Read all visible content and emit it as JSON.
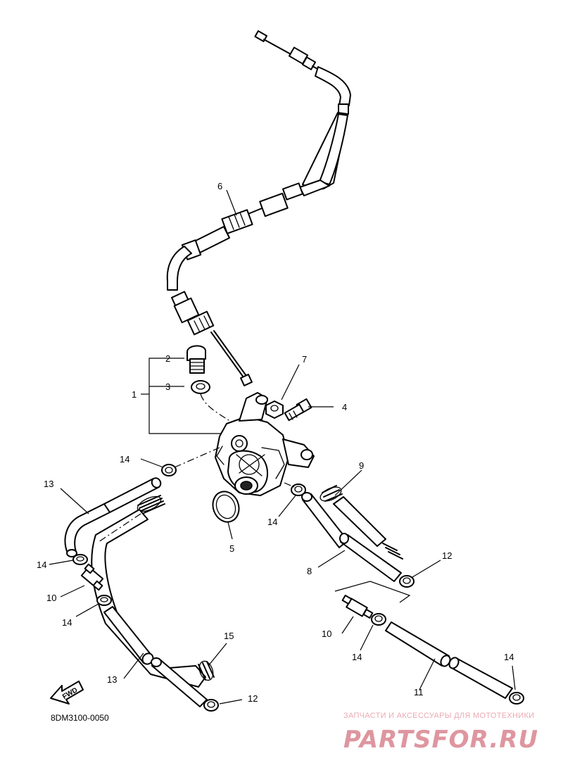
{
  "diagram": {
    "labels": {
      "p1": "1",
      "p2": "2",
      "p3": "3",
      "p4": "4",
      "p5": "5",
      "p6": "6",
      "p7": "7",
      "p8": "8",
      "p9": "9",
      "p10a": "10",
      "p10b": "10",
      "p11": "11",
      "p12a": "12",
      "p12b": "12",
      "p13a": "13",
      "p13b": "13",
      "p14a": "14",
      "p14b": "14",
      "p14c": "14",
      "p14d": "14",
      "p14e": "14",
      "p14f": "14",
      "p15": "15"
    },
    "fwd_label": "FWD",
    "diagram_code": "8DM3100-0050"
  },
  "watermark": {
    "tagline": "ЗАПЧАСТИ И АКСЕССУАРЫ ДЛЯ МОТОТЕХНИКИ",
    "brand": "PARTSFOR.RU",
    "color": "#d9848f"
  }
}
